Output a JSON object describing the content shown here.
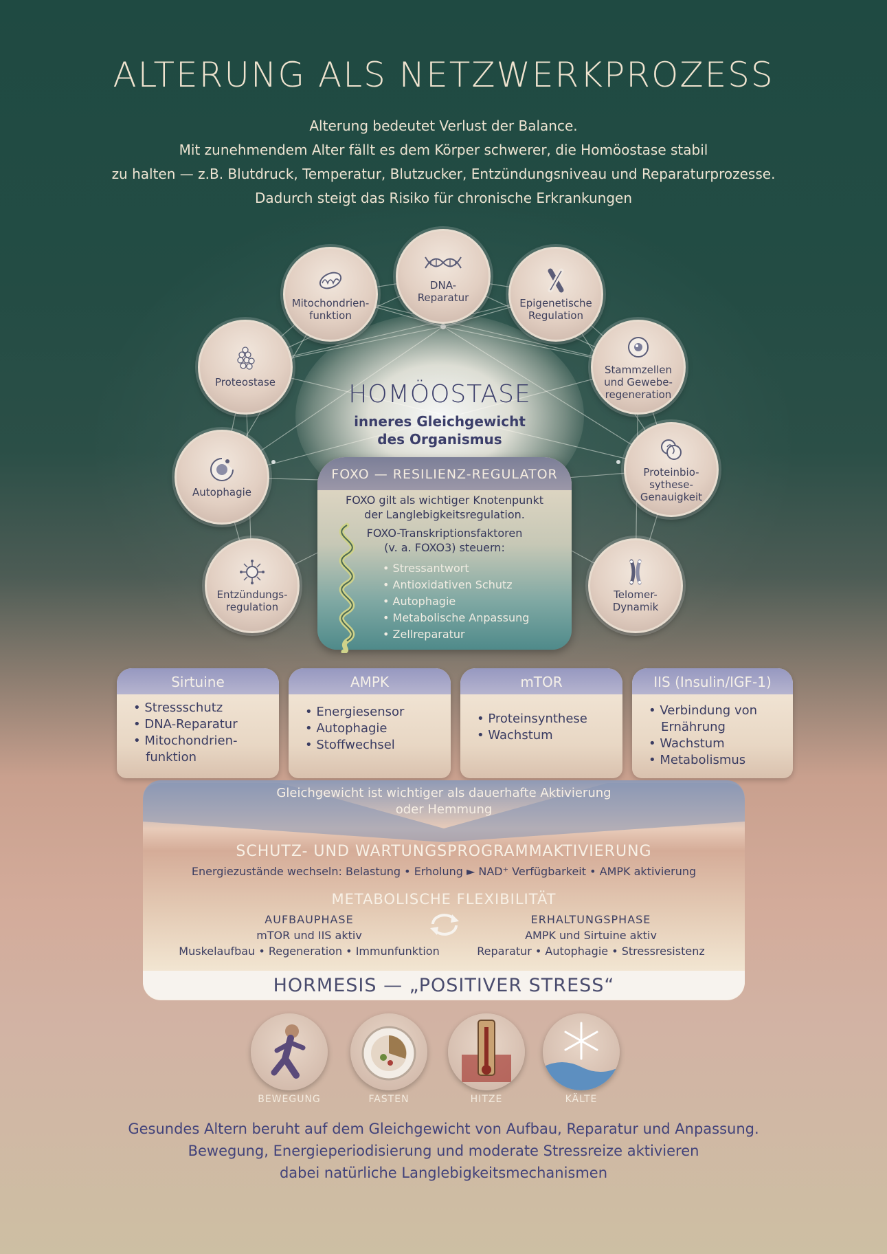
{
  "title": "ALTERUNG ALS NETZWERKPROZESS",
  "intro": [
    "Alterung bedeutet Verlust der Balance.",
    "Mit zunehmendem Alter fällt es dem Körper schwerer, die Homöostase stabil",
    "zu halten — z.B. Blutdruck, Temperatur, Blutzucker, Entzündungsniveau und Reparaturprozesse.",
    "Dadurch steigt das Risiko für chronische Erkrankungen"
  ],
  "nodes": [
    {
      "label": "Mitochondrien-\nfunktion",
      "icon": "mitochondrion-icon"
    },
    {
      "label": "DNA-\nReparatur",
      "icon": "dna-icon"
    },
    {
      "label": "Epigenetische\nRegulation",
      "icon": "chromosome-icon"
    },
    {
      "label": "Proteostase",
      "icon": "protein-icon"
    },
    {
      "label": "Stammzellen\nund Gewebe-\nregeneration",
      "icon": "stem-cell-icon"
    },
    {
      "label": "Autophagie",
      "icon": "autophagy-icon"
    },
    {
      "label": "Proteinbio-\nsythese-\nGenauigkeit",
      "icon": "ribosome-icon"
    },
    {
      "label": "Entzündungs-\nregulation",
      "icon": "inflammation-icon"
    },
    {
      "label": "Telomer-\nDynamik",
      "icon": "telomere-icon"
    }
  ],
  "homeostasis": {
    "title": "HOMÖOSTASE",
    "subtitle_1": "inneres Gleichgewicht",
    "subtitle_2": "des Organismus"
  },
  "foxo": {
    "heading": "FOXO — RESILIENZ-REGULATOR",
    "line_1": "FOXO gilt als wichtiger Knotenpunkt",
    "line_2": "der Langlebigkeitsregulation.",
    "line_3": "FOXO-Transkriptionsfaktoren",
    "line_4": "(v. a. FOXO3) steuern:",
    "items": [
      "Stressantwort",
      "Antioxidativen Schutz",
      "Autophagie",
      "Metabolische Anpassung",
      "Zellreparatur"
    ]
  },
  "pathways": [
    {
      "name": "Sirtuine",
      "items": [
        "Stressschutz",
        "DNA-Reparatur",
        "Mitochondrien-funktion"
      ]
    },
    {
      "name": "AMPK",
      "items": [
        "Energiesensor",
        "Autophagie",
        "Stoffwechsel"
      ]
    },
    {
      "name": "mTOR",
      "items": [
        "Proteinsynthese",
        "Wachstum"
      ]
    },
    {
      "name": "IIS (Insulin/IGF-1)",
      "items": [
        "Verbindung von Ernährung",
        "Wachstum",
        "Metabolismus"
      ]
    }
  ],
  "balance": {
    "note_1": "Gleichgewicht ist wichtiger als dauerhafte Aktivierung",
    "note_2": "oder Hemmung",
    "schutz_heading": "SCHUTZ- UND WARTUNGSPROGRAMMAKTIVIERUNG",
    "schutz_line": "Energiezustände wechseln:  Belastung  •  Erholung  ►  NAD⁺ Verfügbarkeit  •  AMPK aktivierung",
    "meta_heading": "METABOLISCHE FLEXIBILITÄT",
    "aufbau": {
      "title": "AUFBAUPHASE",
      "active": "mTOR und  IIS aktiv",
      "items": "Muskelaufbau  •  Regeneration  •  Immunfunktion"
    },
    "erhaltung": {
      "title": "ERHALTUNGSPHASE",
      "active": "AMPK und Sirtuine aktiv",
      "items": "Reparatur  •  Autophagie  •  Stressresistenz"
    }
  },
  "hormesis": {
    "title": "HORMESIS — „POSITIVER STRESS“",
    "stressors": [
      {
        "label": "BEWEGUNG",
        "icon": "runner-icon"
      },
      {
        "label": "FASTEN",
        "icon": "fasting-plate-icon"
      },
      {
        "label": "HITZE",
        "icon": "thermometer-icon"
      },
      {
        "label": "KÄLTE",
        "icon": "snowflake-icon"
      }
    ]
  },
  "outro": [
    "Gesundes Altern beruht auf dem Gleichgewicht von Aufbau, Reparatur und Anpassung.",
    "Bewegung, Energieperiodisierung und moderate Stressreize aktivieren",
    "dabei natürliche Langlebigkeitsmechanismen"
  ],
  "colors": {
    "top_green": "#1f4a42",
    "bottom_sand": "#cdbfa3",
    "ink_navy": "#3b3e6a",
    "pathway_header": "#9698c0"
  }
}
